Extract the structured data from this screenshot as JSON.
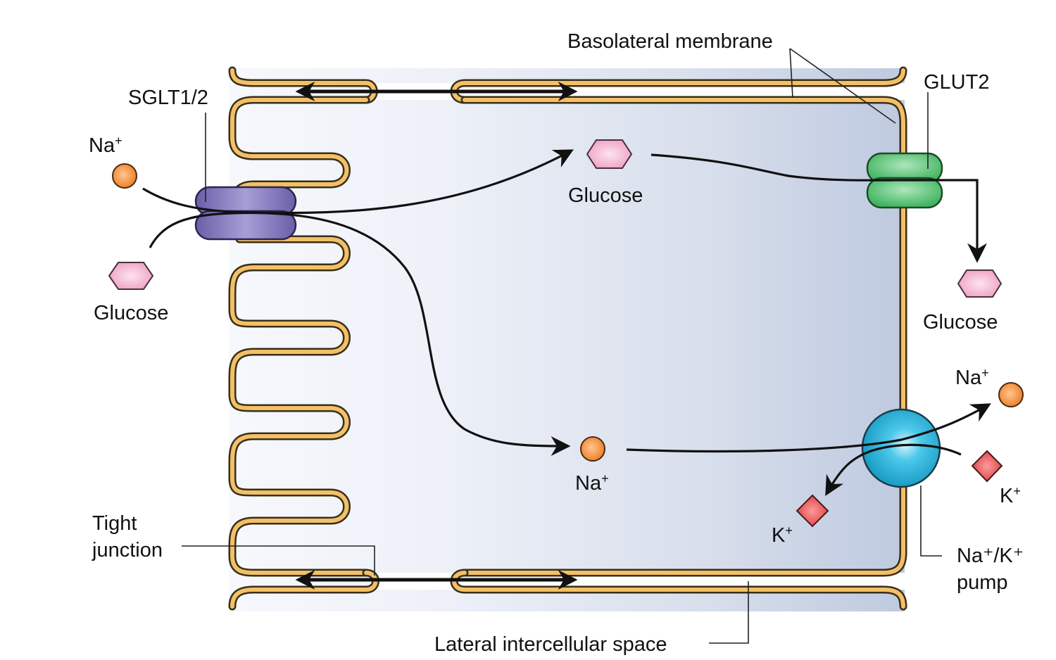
{
  "title": "Na+-glucose cotransport across intestinal epithelial cell",
  "colors": {
    "membrane": "#f2c066",
    "membrane_outline": "#3a2e1a",
    "sglt": "#7b6fb8",
    "glut2": "#4cc06a",
    "pump": "#21b2d6",
    "sodium": "#f08a2c",
    "glucose": "#f3b3cf",
    "potassium": "#e0474c",
    "cytoplasm_left": "#f4f6fb",
    "cytoplasm_right": "#c3cee2"
  },
  "labels": {
    "basolateral_membrane": "Basolateral membrane",
    "sglt": "SGLT1/2",
    "glut2": "GLUT2",
    "tight_junction_line1": "Tight",
    "tight_junction_line2": "junction",
    "lateral_space": "Lateral intercellular space",
    "pump_line1": "Na⁺/K⁺",
    "pump_line2": "pump"
  },
  "molecules": {
    "na_lumen": {
      "label": "Na",
      "charge": "+"
    },
    "glucose_lumen": {
      "label": "Glucose"
    },
    "glucose_cell": {
      "label": "Glucose"
    },
    "glucose_blood": {
      "label": "Glucose"
    },
    "na_cell": {
      "label": "Na",
      "charge": "+"
    },
    "na_blood": {
      "label": "Na",
      "charge": "+"
    },
    "k_blood": {
      "label": "K",
      "charge": "+"
    },
    "k_cell": {
      "label": "K",
      "charge": "+"
    }
  }
}
